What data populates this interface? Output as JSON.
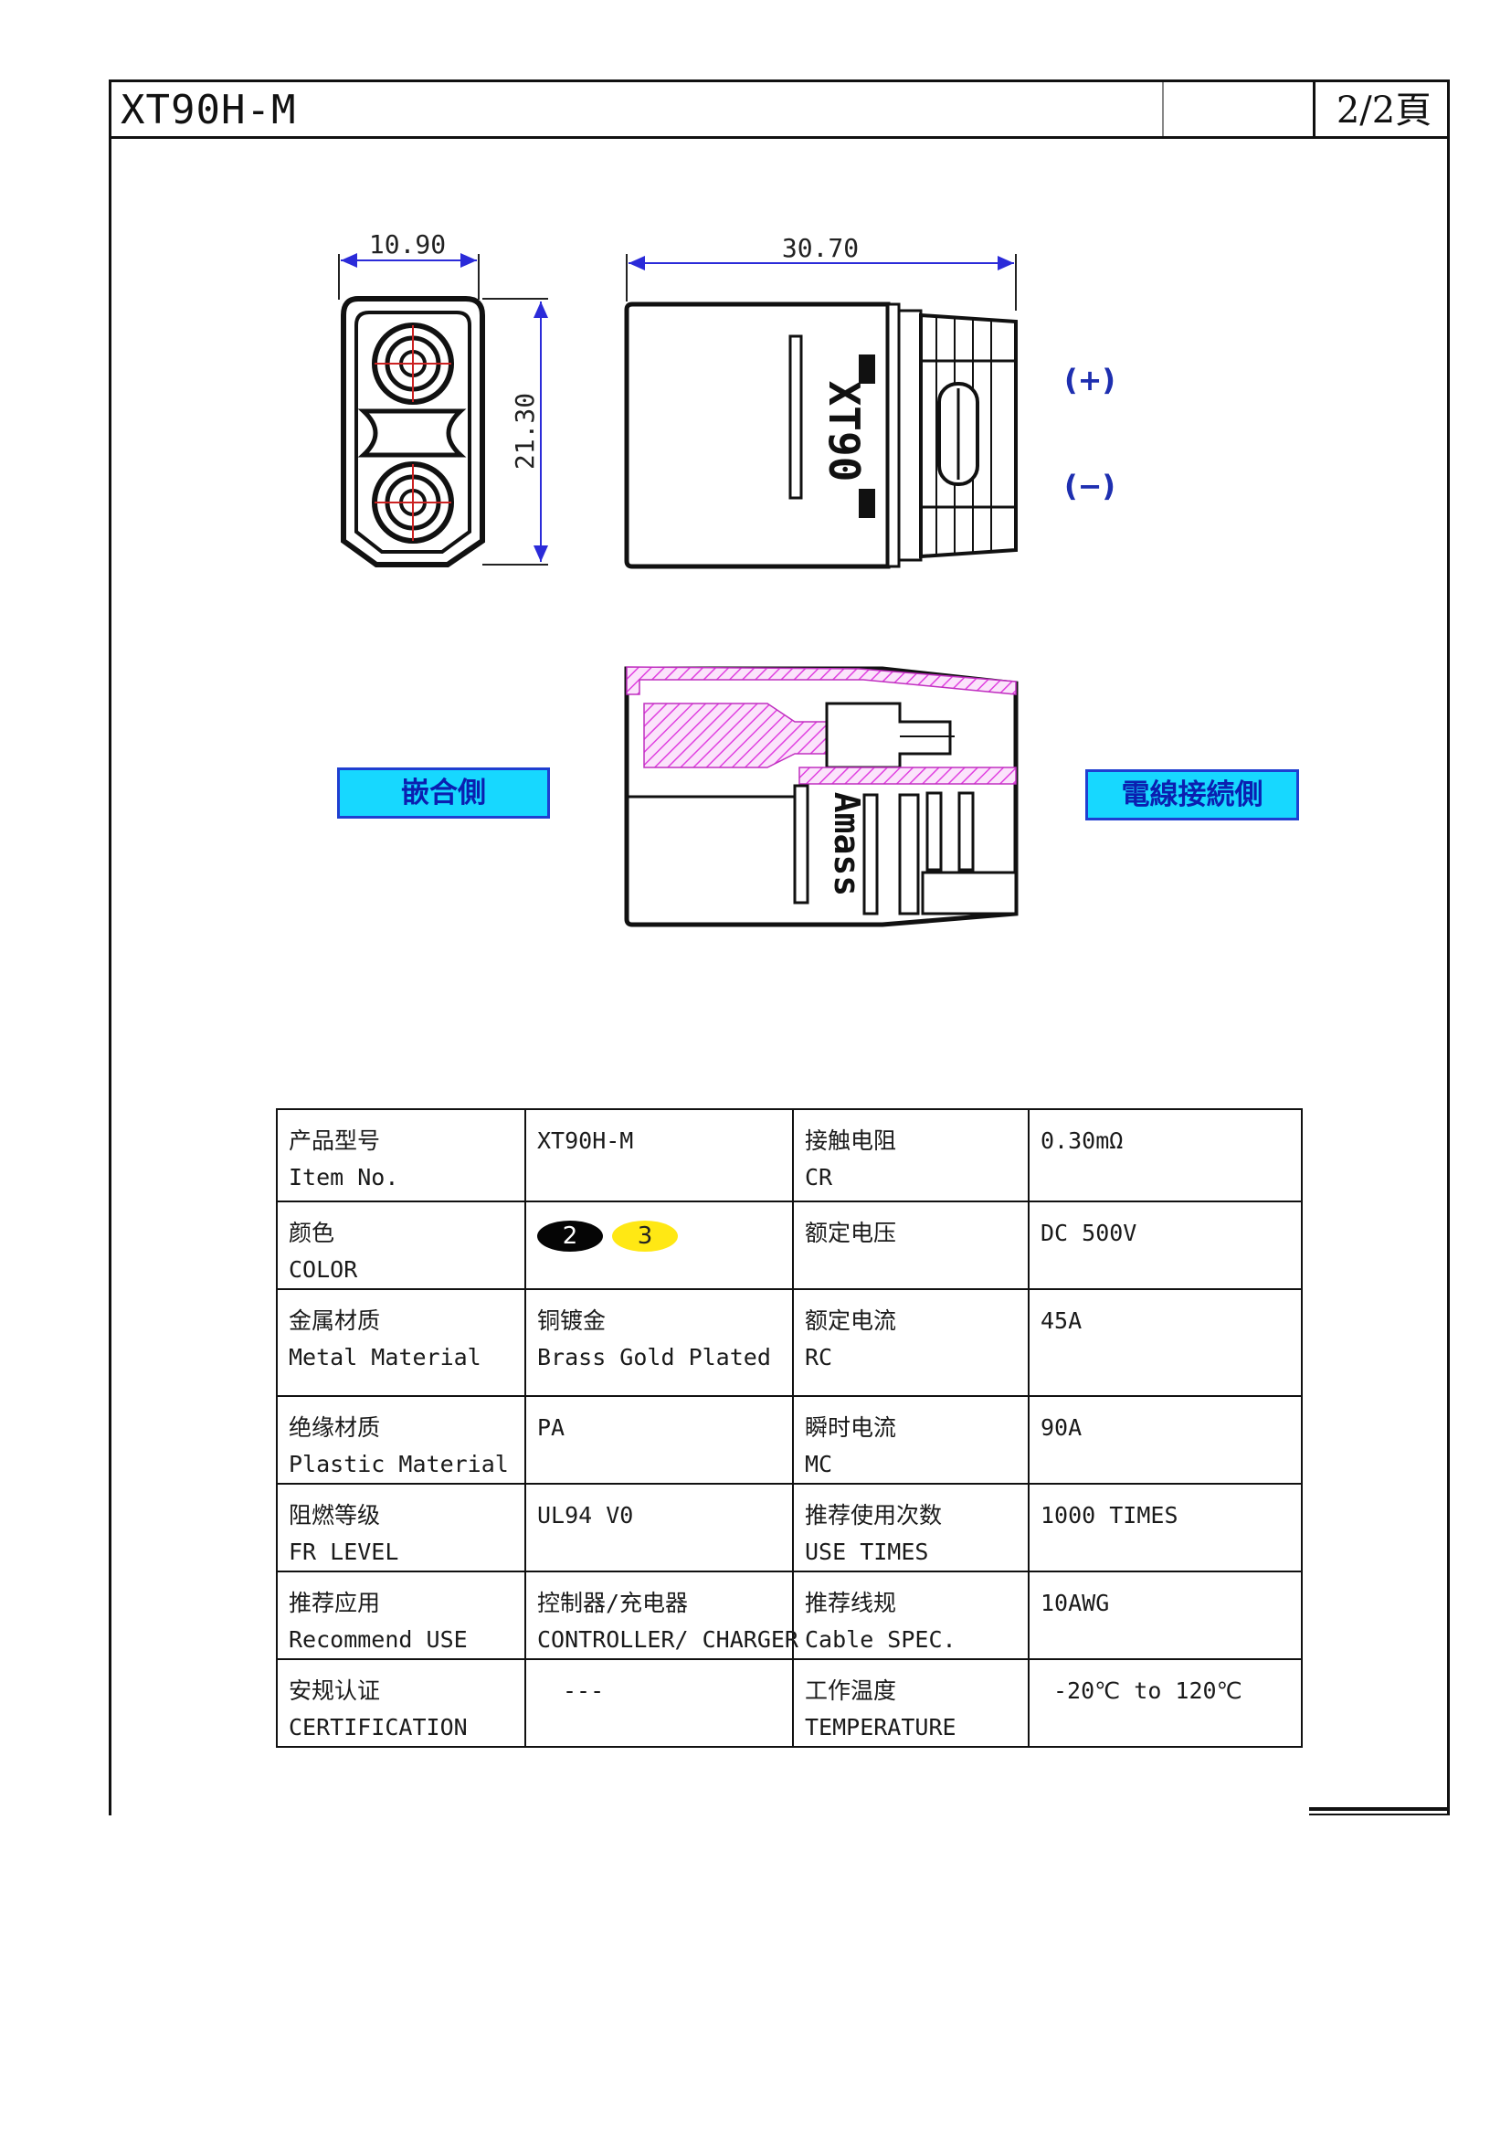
{
  "header": {
    "title": "XT90H-M",
    "page": "2/2頁"
  },
  "drawing": {
    "dims": {
      "front_width": "10.90",
      "front_height": "21.30",
      "side_length": "30.70"
    },
    "housing_mark": "XT90",
    "section_mark": "Amass",
    "polarity": {
      "positive": "(+)",
      "negative": "(−)"
    },
    "labels": {
      "mating_side": "嵌合側",
      "wire_side": "電線接続側"
    }
  },
  "colors": {
    "label_bg": "#17d8ff",
    "label_text": "#0b1fb0",
    "section_hatch": "#e040e0",
    "polarity": "#1e2fb0"
  },
  "spec_table": {
    "rows": [
      {
        "c1": [
          "产品型号",
          "Item No."
        ],
        "c2": [
          "XT90H-M",
          ""
        ],
        "c3": [
          "接触电阻",
          "CR"
        ],
        "c4": [
          "0.30mΩ"
        ]
      },
      {
        "c1": [
          "颜色",
          "COLOR"
        ],
        "c2_swatches": [
          {
            "label": "2",
            "color": "#050505"
          },
          {
            "label": "3",
            "color": "#ffe814"
          }
        ],
        "c3": [
          "额定电压",
          ""
        ],
        "c4": [
          "DC 500V"
        ]
      },
      {
        "c1": [
          "金属材质",
          "Metal Material"
        ],
        "c2": [
          "铜镀金",
          "Brass Gold Plated"
        ],
        "c3": [
          "额定电流",
          "RC"
        ],
        "c4": [
          "45A"
        ]
      },
      {
        "c1": [
          "绝缘材质",
          "Plastic Material"
        ],
        "c2": [
          "PA",
          ""
        ],
        "c3": [
          "瞬时电流",
          "MC"
        ],
        "c4": [
          "90A"
        ]
      },
      {
        "c1": [
          "阻燃等级",
          "FR LEVEL"
        ],
        "c2": [
          "UL94 V0",
          ""
        ],
        "c3": [
          "推荐使用次数",
          "USE TIMES"
        ],
        "c4": [
          "1000 TIMES"
        ]
      },
      {
        "c1": [
          "推荐应用",
          "Recommend USE"
        ],
        "c2": [
          "控制器/充电器",
          "CONTROLLER/ CHARGER"
        ],
        "c3": [
          "推荐线规",
          "Cable SPEC."
        ],
        "c4": [
          "10AWG"
        ]
      },
      {
        "c1": [
          "安规认证",
          "CERTIFICATION"
        ],
        "c2": [
          "---",
          ""
        ],
        "c3": [
          "工作温度",
          "TEMPERATURE"
        ],
        "c4": [
          "-20℃ to 120℃"
        ]
      }
    ]
  }
}
